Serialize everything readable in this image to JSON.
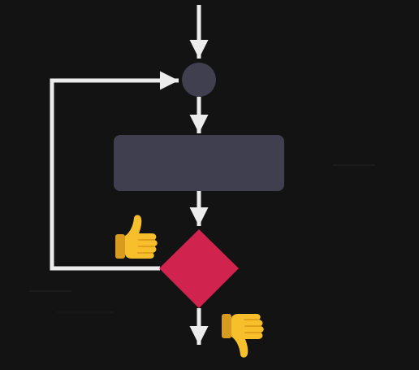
{
  "diagram": {
    "nodes": [
      {
        "id": "merge",
        "shape": "circle"
      },
      {
        "id": "process",
        "shape": "rounded-rectangle"
      },
      {
        "id": "decision",
        "shape": "diamond"
      }
    ],
    "edges": [
      {
        "from": "entry",
        "to": "merge"
      },
      {
        "from": "merge",
        "to": "process"
      },
      {
        "from": "process",
        "to": "decision"
      },
      {
        "from": "decision",
        "to": "merge",
        "branch": "thumbs-up"
      },
      {
        "from": "decision",
        "to": "exit",
        "branch": "thumbs-down"
      }
    ],
    "icons": [
      "thumbs-up-icon",
      "thumbs-down-icon"
    ]
  },
  "colors": {
    "background": "#131313",
    "arrow": "#ececec",
    "node": "#3f3f4f",
    "decision": "#d0234d",
    "thumb": "#f6bf2b",
    "thumb_shade": "#e0a21a",
    "thumb_cuff": "#d99b1e"
  }
}
